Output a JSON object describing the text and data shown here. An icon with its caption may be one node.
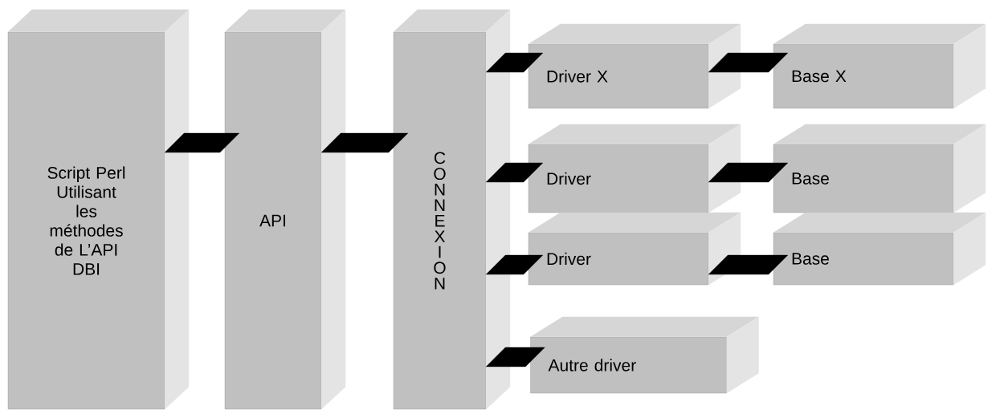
{
  "diagram": {
    "nodes": [
      {
        "text": [
          "Script Perl Utilisant les méthodes de L’API DBI"
        ]
      },
      {
        "text": [
          "API"
        ]
      },
      {
        "text": [
          "CONNEXION"
        ]
      },
      {
        "text": [
          "Driver X"
        ]
      },
      {
        "text": [
          "Base X"
        ]
      },
      {
        "text": [
          "Driver"
        ]
      },
      {
        "text": [
          "Base"
        ]
      },
      {
        "text": [
          "Driver"
        ]
      },
      {
        "text": [
          "Base"
        ]
      },
      {
        "text": [
          "Autre driver"
        ]
      }
    ],
    "edges": [
      {
        "from": 0,
        "to": 1,
        "arrow": "none"
      },
      {
        "from": 1,
        "to": 2,
        "arrow": "none"
      },
      {
        "from": 2,
        "to": 3,
        "arrow": "none"
      },
      {
        "from": 3,
        "to": 4,
        "arrow": "none"
      },
      {
        "from": 2,
        "to": 5,
        "arrow": "none"
      },
      {
        "from": 5,
        "to": 6,
        "arrow": "none"
      },
      {
        "from": 2,
        "to": 7,
        "arrow": "none"
      },
      {
        "from": 7,
        "to": 8,
        "arrow": "none"
      },
      {
        "from": 2,
        "to": 9,
        "arrow": "none"
      }
    ]
  }
}
